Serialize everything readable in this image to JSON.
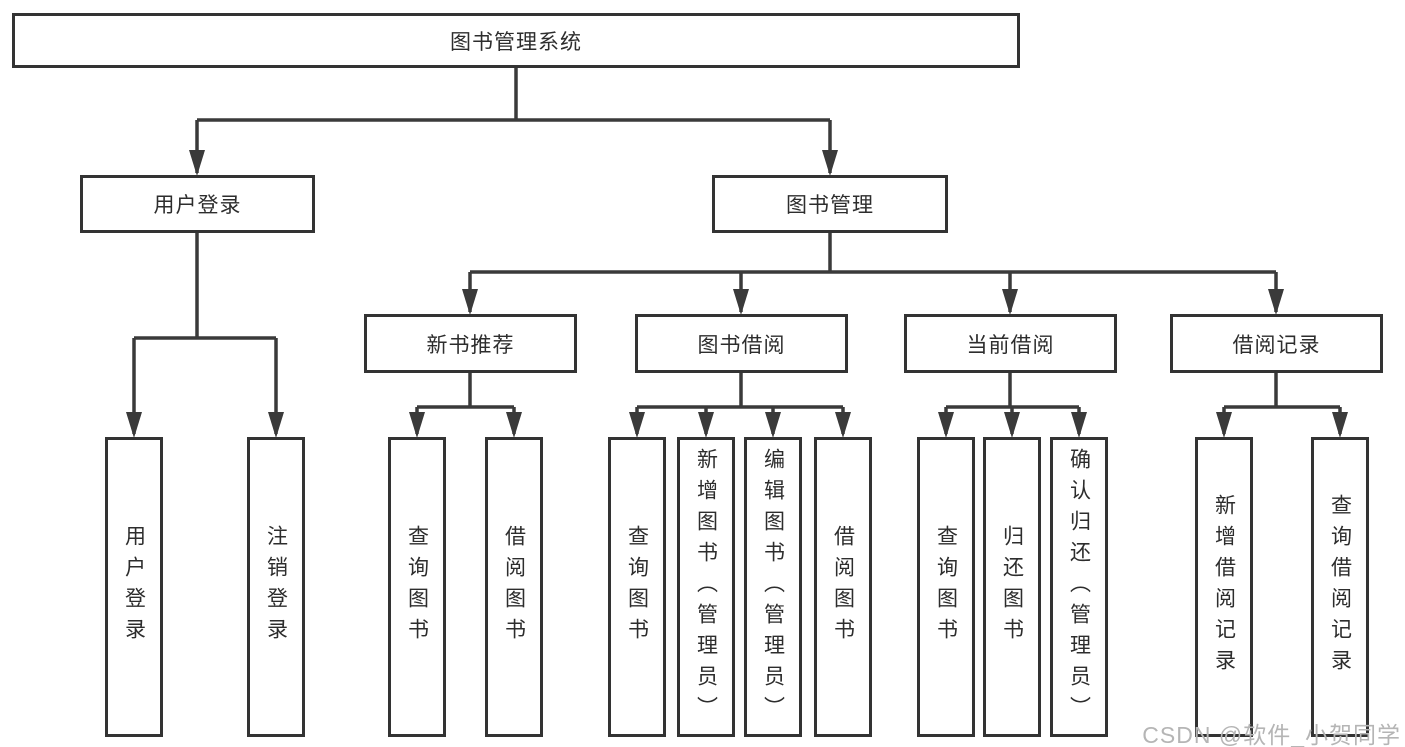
{
  "diagram": {
    "root": {
      "label": "图书管理系统",
      "children": [
        {
          "label": "用户登录",
          "children": [
            {
              "label": "用户登录"
            },
            {
              "label": "注销登录"
            }
          ]
        },
        {
          "label": "图书管理",
          "children": [
            {
              "label": "新书推荐",
              "children": [
                {
                  "label": "查询图书"
                },
                {
                  "label": "借阅图书"
                }
              ]
            },
            {
              "label": "图书借阅",
              "children": [
                {
                  "label": "查询图书"
                },
                {
                  "label": "新增图书（管理员）"
                },
                {
                  "label": "编辑图书（管理员）"
                },
                {
                  "label": "借阅图书"
                }
              ]
            },
            {
              "label": "当前借阅",
              "children": [
                {
                  "label": "查询图书"
                },
                {
                  "label": "归还图书"
                },
                {
                  "label": "确认归还（管理员）"
                }
              ]
            },
            {
              "label": "借阅记录",
              "children": [
                {
                  "label": "新增借阅记录"
                },
                {
                  "label": "查询借阅记录"
                }
              ]
            }
          ]
        }
      ]
    }
  },
  "watermark": {
    "text": "CSDN @软件_小贺同学"
  },
  "colors": {
    "line": "#3a3a3a",
    "box_border": "#333333",
    "text": "#2d2d2d",
    "watermark": "#b5b5b5",
    "background": "#ffffff"
  }
}
